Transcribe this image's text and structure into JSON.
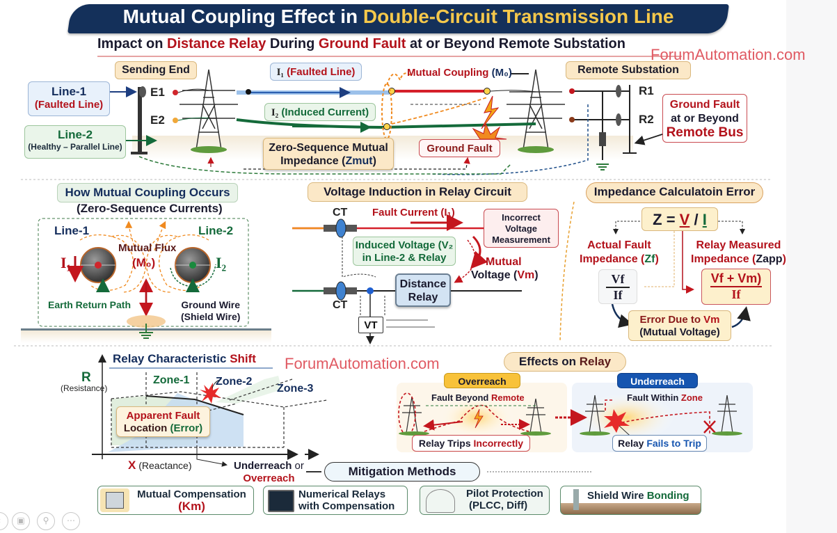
{
  "title": {
    "part1": "Mutual Coupling Effect in ",
    "part2": "Double-Circuit Transmission Line"
  },
  "subtitle": {
    "s1": "Impact on ",
    "s2": "Distance Relay",
    "s3": " During ",
    "s4": "Ground Fault",
    "s5": " at or Beyond Remote Substation"
  },
  "watermark": "ForumAutomation.com",
  "top_diagram": {
    "sending_end": "Sending End",
    "remote_substation": "Remote Substation",
    "line1_label": "Line-1",
    "line1_sub": "(Faulted Line)",
    "line2_label": "Line-2",
    "line2_sub": "(Healthy – Parallel Line)",
    "e1": "E1",
    "e2": "E2",
    "r1": "R1",
    "r2": "R2",
    "i1_sym": "I₁",
    "i1_text": " (Faulted Line)",
    "i2_sym": "I₂",
    "i2_text": " (Induced Current)",
    "mutual_coupling": "Mutual Coupling",
    "mutual_coupling_sym": " (M₀)",
    "zmut_line1": "Zero-Sequence Mutual",
    "zmut_line2a": "Impedance (",
    "zmut_line2b": "Zmut",
    "zmut_line2c": ")",
    "ground_fault": "Ground Fault",
    "remote_note1": "Ground Fault",
    "remote_note2": "at or Beyond",
    "remote_note3": "Remote Bus"
  },
  "coupling_panel": {
    "header": "How Mutual Coupling Occurs",
    "subheader": "(Zero-Sequence Currents)",
    "line1": "Line-1",
    "line2": "Line-2",
    "i1": "I₁",
    "i2": "I₂",
    "flux1": "Mutual Flux",
    "flux2": "(M₀)",
    "earth": "Earth Return Path",
    "gw1": "Ground Wire",
    "gw2": "(Shield Wire)"
  },
  "induction_panel": {
    "header": "Voltage Induction in Relay Circuit",
    "ct_top": "CT",
    "ct_bottom": "CT",
    "fault_current": "Fault Current (I₁)",
    "incorrect1": "Incorrect",
    "incorrect2": "Voltage",
    "incorrect3": "Measurement",
    "induced1": "Induced Voltage (V₂",
    "induced2": "in Line-2 & Relay",
    "mutual1": "Mutual",
    "mutual2a": "Voltage (",
    "mutual2b": "Vm",
    "mutual2c": ")",
    "relay1": "Distance",
    "relay2": "Relay",
    "vt": "VT"
  },
  "impedance_panel": {
    "header": "Impedance Calculatoin Error",
    "formula_z": "Z = ",
    "formula_v": "V",
    "formula_slash": " / ",
    "formula_i": "I",
    "actual1": "Actual Fault",
    "actual2a": "Impedance (",
    "actual2b": "Zf",
    "actual2c": ")",
    "measured1": "Relay Measured",
    "measured2a": "Impedance (",
    "measured2b": "Zapp",
    "measured2c": ")",
    "frac_actual_num": "Vf",
    "frac_actual_den": "If",
    "frac_meas_num": "Vf + Vm)",
    "frac_meas_den": "If",
    "error1a": "Error Due to ",
    "error1b": "Vm",
    "error2": "(Mutual Voltage)"
  },
  "characteristic_panel": {
    "header_a": "Relay Characteristic ",
    "header_b": "Shift",
    "r_axis": "R",
    "r_axis_sub": "(Resistance)",
    "x_axis": "X",
    "x_axis_sub": " (Reactance)",
    "zone1": "Zone-1",
    "zone2": "Zone-2",
    "zone3": "Zone-3",
    "apparent1": "Apparent Fault",
    "apparent2a": "Location ",
    "apparent2b": "(Error)",
    "reach1a": "Underreach",
    "reach1b": " or",
    "reach2": "Overreach"
  },
  "effects_panel": {
    "header_a": "Effects on ",
    "header_b": "Relay",
    "overreach": "Overreach",
    "over_desc_a": "Fault Beyond ",
    "over_desc_b": "Remote",
    "over_result_a": "Relay Trips ",
    "over_result_b": "Incorrectly",
    "underreach": "Underreach",
    "under_desc_a": "Fault Within ",
    "under_desc_b": "Zone",
    "under_result_a": "Relay ",
    "under_result_b": "Fails to Trip"
  },
  "mitigation": {
    "header": "Mitigation Methods",
    "items": [
      {
        "line1": "Mutual Compensation",
        "line2": "(Km)"
      },
      {
        "line1": "Numerical Relays",
        "line2": "with Compensation"
      },
      {
        "line1": "Pilot Protection",
        "line2": "(PLCC, Diff)"
      },
      {
        "line1a": "Shield Wire ",
        "line1b": "Bonding"
      }
    ]
  },
  "viewer_toolbar": {
    "icons": [
      "previous-icon",
      "gallery-icon",
      "zoom-icon",
      "more-icon"
    ]
  },
  "colors": {
    "title_bg": "#14305a",
    "title_accent": "#f5c84b",
    "fault_red": "#b3121b",
    "healthy_green": "#146a3a",
    "line_blue": "#2d5fb0",
    "coupling_orange": "#f08a1f",
    "watermark": "#e05a63"
  }
}
